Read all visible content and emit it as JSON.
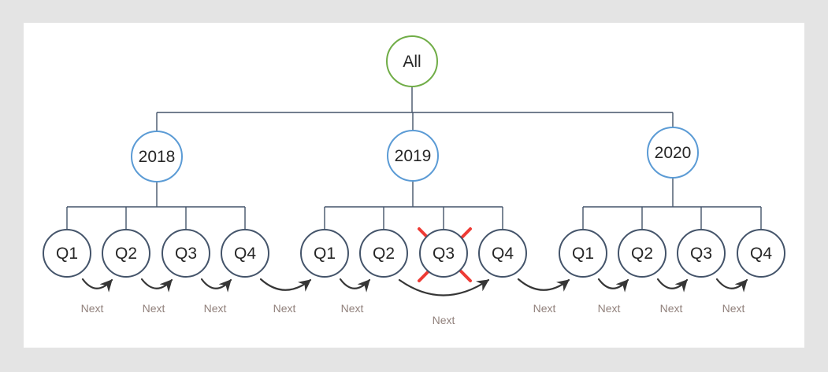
{
  "colors": {
    "page_bg": "#e4e4e4",
    "canvas_bg": "#ffffff",
    "root_border": "#70AD47",
    "year_border": "#5B9BD5",
    "quarter_border": "#44546A",
    "connector": "#44546A",
    "arrow": "#363636",
    "next_text": "#91817c",
    "cross": "#EE3B35",
    "node_text": "#262626"
  },
  "diagram": {
    "type": "hierarchy-tree",
    "root": {
      "label": "All"
    },
    "years": [
      {
        "label": "2018",
        "quarters": [
          {
            "label": "Q1"
          },
          {
            "label": "Q2"
          },
          {
            "label": "Q3"
          },
          {
            "label": "Q4"
          }
        ]
      },
      {
        "label": "2019",
        "quarters": [
          {
            "label": "Q1"
          },
          {
            "label": "Q2"
          },
          {
            "label": "Q3",
            "crossed_out": true
          },
          {
            "label": "Q4"
          }
        ]
      },
      {
        "label": "2020",
        "quarters": [
          {
            "label": "Q1"
          },
          {
            "label": "Q2"
          },
          {
            "label": "Q3"
          },
          {
            "label": "Q4"
          }
        ]
      }
    ],
    "next_labels": [
      "Next",
      "Next",
      "Next",
      "Next",
      "Next",
      "Next",
      "Next",
      "Next",
      "Next",
      "Next"
    ]
  }
}
